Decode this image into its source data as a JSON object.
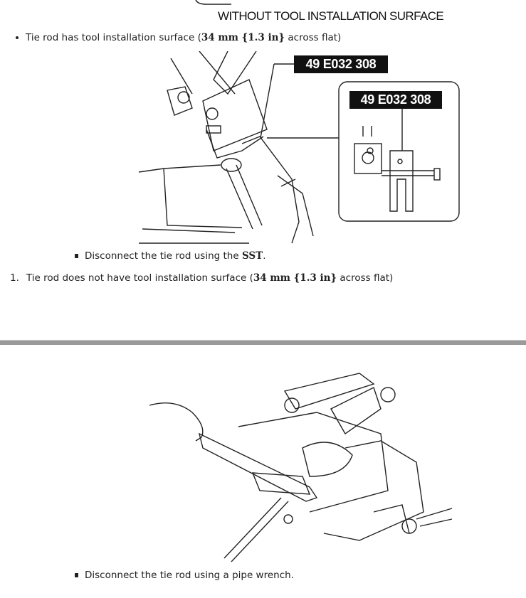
{
  "figure1": {
    "header": "WITHOUT TOOL INSTALLATION SURFACE",
    "callout_main": "49 E032 308",
    "callout_inset": "49 E032 308"
  },
  "item1": {
    "text_a": "Tie rod has tool installation surface (",
    "bold_a": "34 mm {1.3 in}",
    "text_b": " across flat)"
  },
  "step1": {
    "text_a": "Disconnect the tie rod using the ",
    "bold_a": "SST",
    "text_b": "."
  },
  "item2": {
    "number": "1.",
    "text_a": "Tie rod does not have tool installation surface (",
    "bold_a": "34 mm {1.3 in}",
    "text_b": " across flat)"
  },
  "step2": {
    "text": "Disconnect the tie rod using a pipe wrench."
  }
}
